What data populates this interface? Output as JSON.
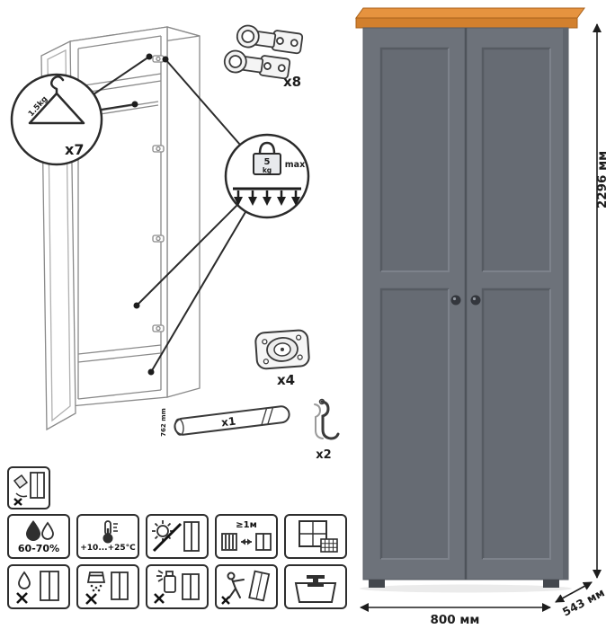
{
  "colors": {
    "wardrobe_body": "#6d727a",
    "wardrobe_panel": "#666b73",
    "wardrobe_top": "#e6933f",
    "wardrobe_top_front": "#d2802e"
  },
  "callouts": {
    "hanger_count": "x7",
    "hanger_capacity": "1.5kg",
    "hinges_count": "x8",
    "load_value": "5",
    "load_unit": "kg",
    "load_max": "max",
    "feet_count": "x4",
    "rod_count": "x1",
    "rod_length": "762 mm",
    "hooks_count": "x2"
  },
  "dimensions": {
    "height": "2296 мм",
    "width": "800 мм",
    "depth": "543 мм"
  },
  "care": {
    "humidity": "60-70%",
    "temperature": "+10...+25°C",
    "distance": "≥1м"
  }
}
